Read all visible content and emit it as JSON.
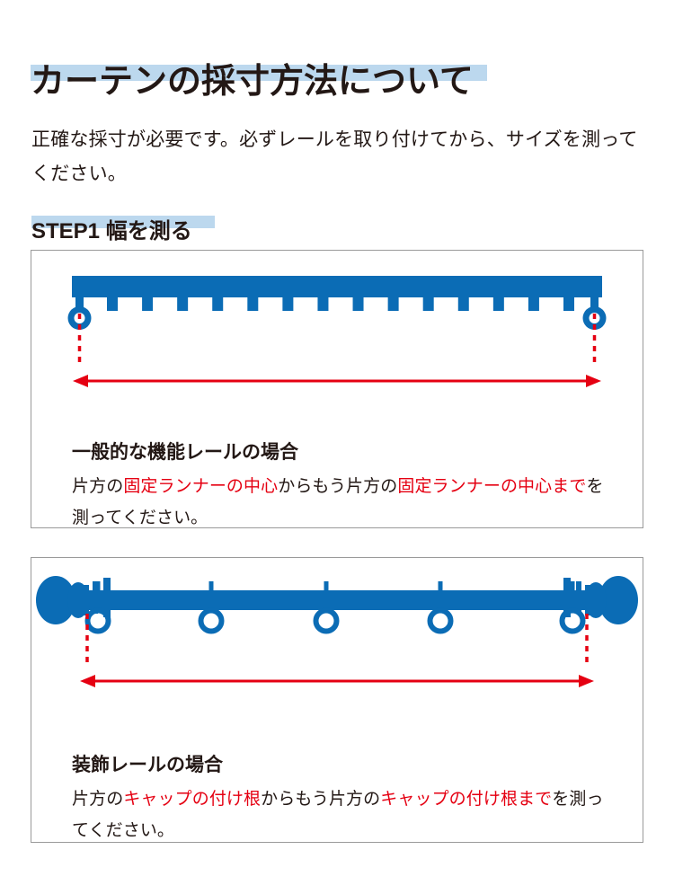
{
  "page": {
    "title": "カーテンの採寸方法について",
    "intro": "正確な採寸が必要です。必ずレールを取り付けてから、サイズを測ってください。",
    "step_heading": "STEP1 幅を測る"
  },
  "colors": {
    "rail_blue": "#0b6cb5",
    "accent_red": "#e50012",
    "highlight_blue": "#bcd8ee",
    "text_black": "#231815",
    "panel_border": "#9a9a9a",
    "page_background": "#ffffff"
  },
  "panels": [
    {
      "id": "functional",
      "diagram": {
        "name": "functional-curtain-rail-diagram",
        "rail_type": "functional",
        "runner_teeth_count": 14,
        "fixed_runners": 2,
        "measure_from": "固定ランナーの中心",
        "measure_to": "固定ランナーの中心",
        "arrow": "double-headed-horizontal"
      },
      "caption_title": "一般的な機能レールの場合",
      "caption_parts": [
        {
          "text": "片方の",
          "red": false
        },
        {
          "text": "固定ランナーの中心",
          "red": true
        },
        {
          "text": "からもう片方の",
          "red": false
        },
        {
          "text": "固定ランナーの中心まで",
          "red": true
        },
        {
          "text": "を測ってください。",
          "red": false
        }
      ]
    },
    {
      "id": "decorative",
      "diagram": {
        "name": "decorative-curtain-rail-diagram",
        "rail_type": "decorative",
        "rings_count": 5,
        "finials": 2,
        "brackets": 2,
        "measure_from": "キャップの付け根",
        "measure_to": "キャップの付け根",
        "arrow": "double-headed-horizontal"
      },
      "caption_title": "装飾レールの場合",
      "caption_parts": [
        {
          "text": "片方の",
          "red": false
        },
        {
          "text": "キャップの付け根",
          "red": true
        },
        {
          "text": "からもう片方の",
          "red": false
        },
        {
          "text": "キャップの付け根まで",
          "red": true
        },
        {
          "text": "を測ってください。",
          "red": false
        }
      ]
    }
  ]
}
